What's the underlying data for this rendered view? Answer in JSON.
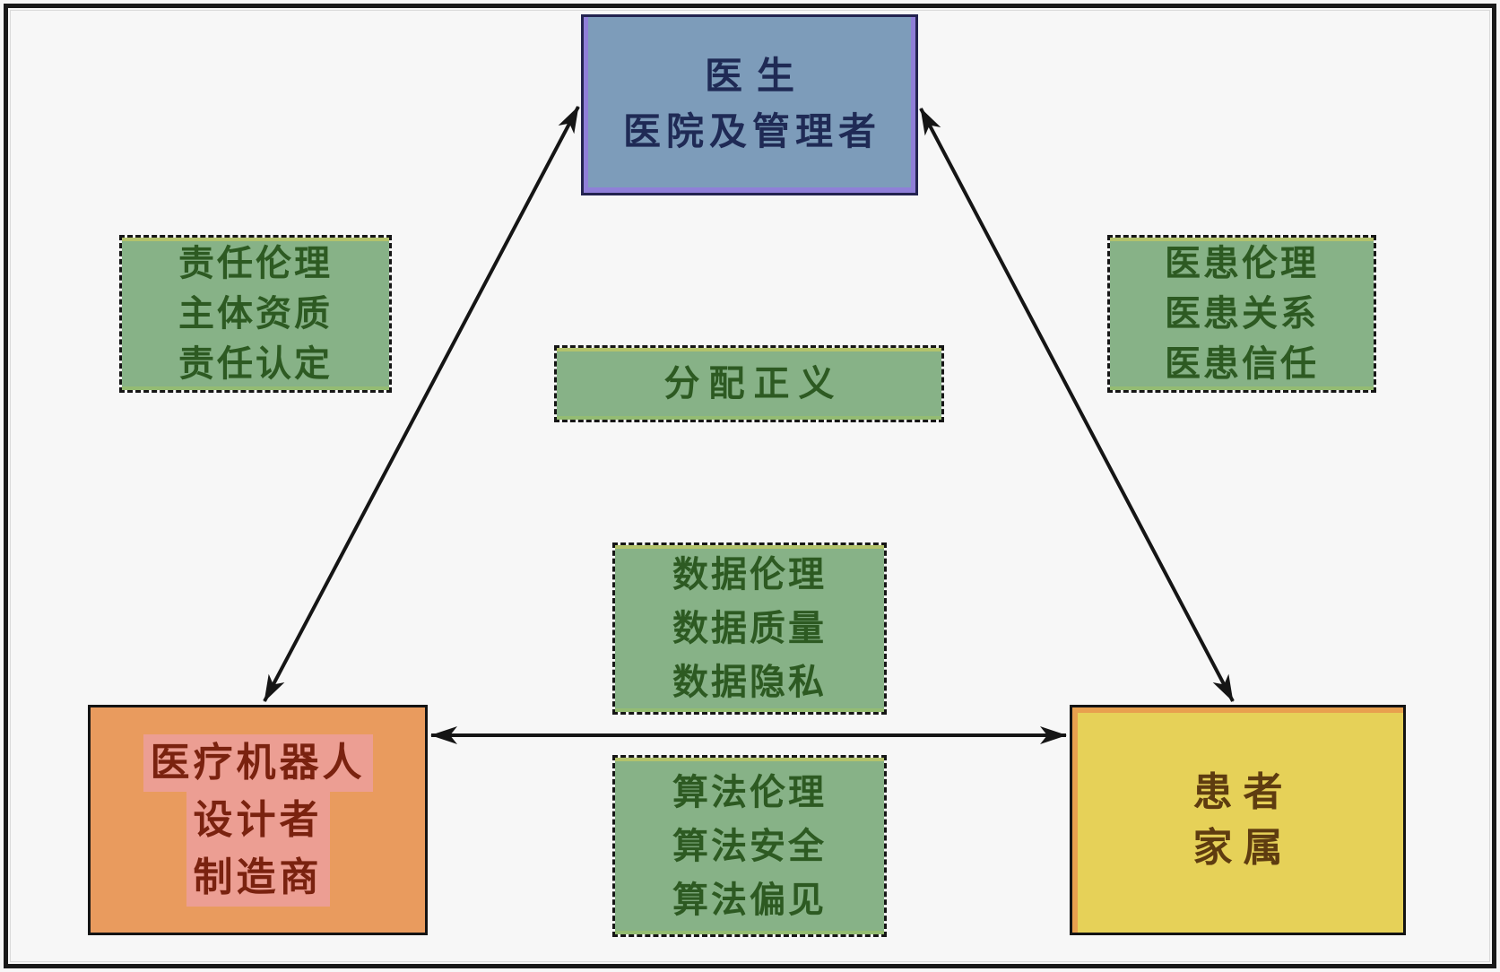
{
  "diagram": {
    "title_implicit": "",
    "nodes": {
      "doctors": {
        "lines": [
          "医生",
          "医院及管理者"
        ]
      },
      "designers": {
        "lines": [
          "医疗机器人",
          "设计者",
          "制造商"
        ]
      },
      "patients": {
        "lines": [
          "患者",
          "家属"
        ]
      }
    },
    "labels": {
      "responsibility": {
        "lines": [
          "责任伦理",
          "主体资质",
          "责任认定"
        ]
      },
      "doctor_patient": {
        "lines": [
          "医患伦理",
          "医患关系",
          "医患信任"
        ]
      },
      "distributive_justice": {
        "lines": [
          "分配正义"
        ]
      },
      "data_ethics": {
        "lines": [
          "数据伦理",
          "数据质量",
          "数据隐私"
        ]
      },
      "algorithm_ethics": {
        "lines": [
          "算法伦理",
          "算法安全",
          "算法偏见"
        ]
      }
    },
    "colors": {
      "background": "#f7f7f7",
      "frame_border": "#191919",
      "top_node_fill": "#7d9cba",
      "top_node_border": "#23234f",
      "top_node_accent": "#8f7fd8",
      "top_node_text": "#1f2a55",
      "green_label_fill": "#87b287",
      "green_label_text": "#2d5a22",
      "green_label_accent": "#b8c468",
      "orange_node_fill": "#e99b5e",
      "orange_node_text": "#7a220f",
      "orange_text_highlight": "#ec9e93",
      "yellow_node_fill": "#e6d158",
      "yellow_node_accent": "#e8a04e",
      "yellow_node_text": "#5e3c10",
      "arrow_color": "#151515"
    }
  }
}
